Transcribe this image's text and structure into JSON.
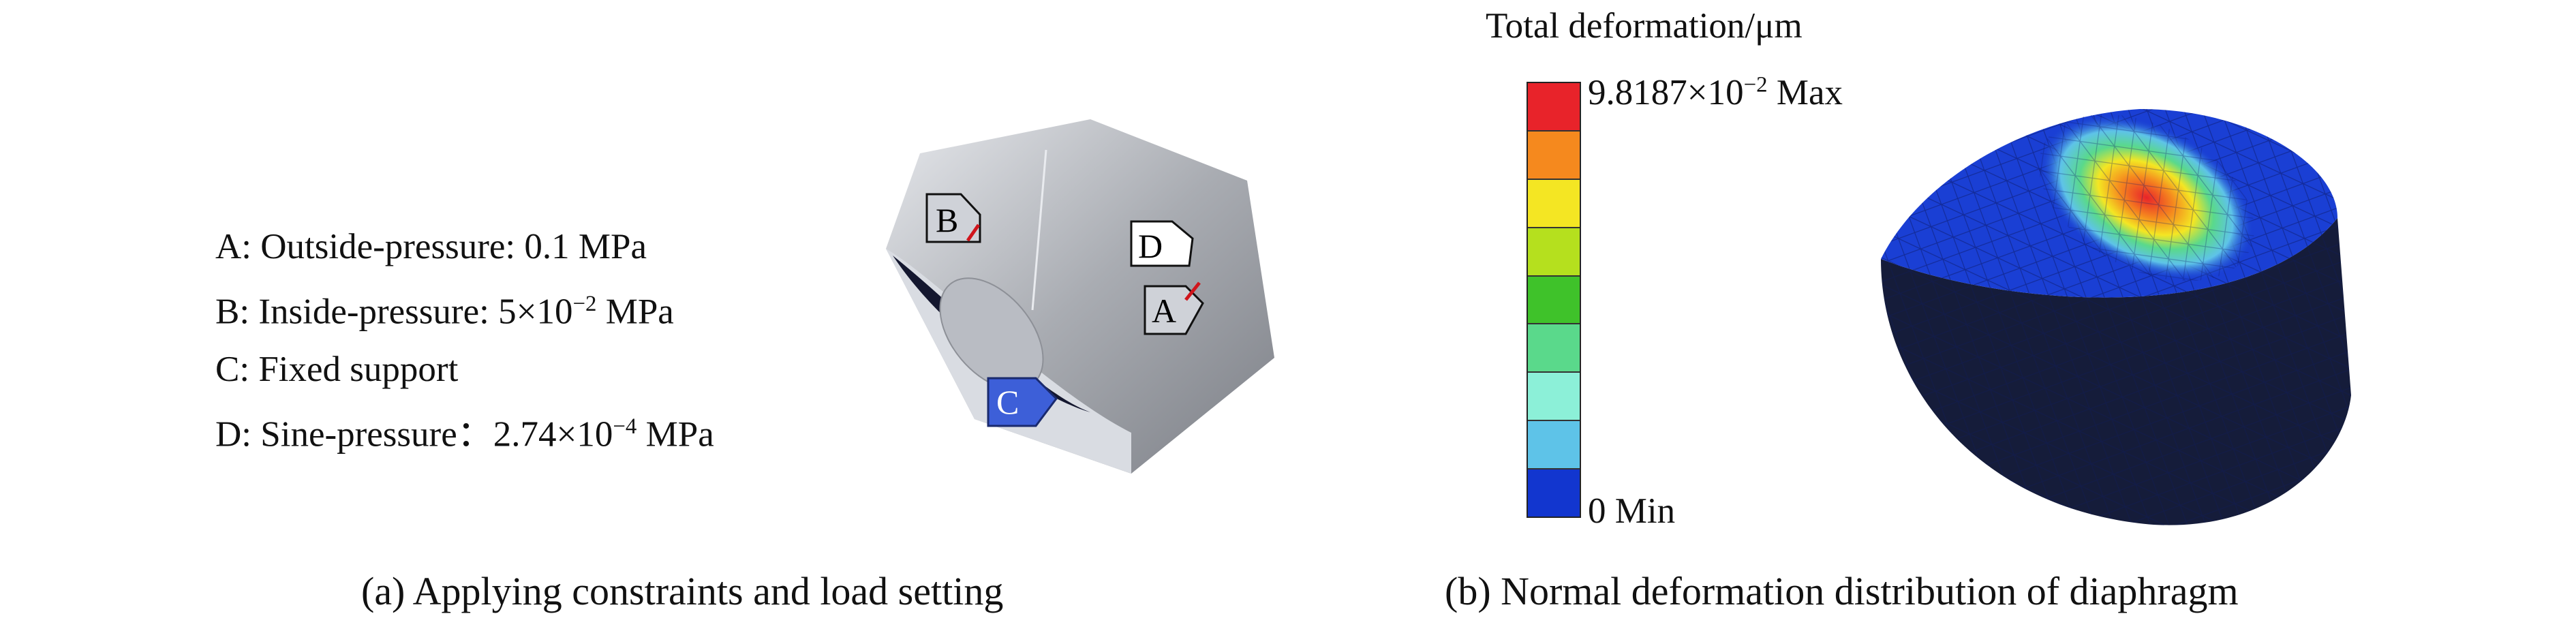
{
  "panel_a": {
    "legend": [
      {
        "text": "A: Outside-pressure: 0.1 MPa"
      },
      {
        "pre": "B: Inside-pressure: 5×10",
        "sup": "−2",
        "post": " MPa"
      },
      {
        "text": "C: Fixed support"
      },
      {
        "pre": "D: Sine-pressure：2.74×10",
        "sup": "−4",
        "post": " MPa"
      }
    ],
    "markers": {
      "a": "A",
      "b": "B",
      "c": "C",
      "d": "D"
    },
    "caption": "(a) Applying constraints and load setting"
  },
  "panel_b": {
    "colorbar_title": "Total deformation/μm",
    "max_label": {
      "pre": "9.8187×10",
      "sup": "−2",
      "post": " Max"
    },
    "min_label": "0 Min",
    "colorbar_colors": [
      "#e8232a",
      "#f5891e",
      "#f4e623",
      "#b5e01e",
      "#3fc22a",
      "#5ad98b",
      "#8cf0d8",
      "#5ec3e8",
      "#1236cf"
    ],
    "caption": "(b) Normal deformation distribution of diaphragm"
  }
}
